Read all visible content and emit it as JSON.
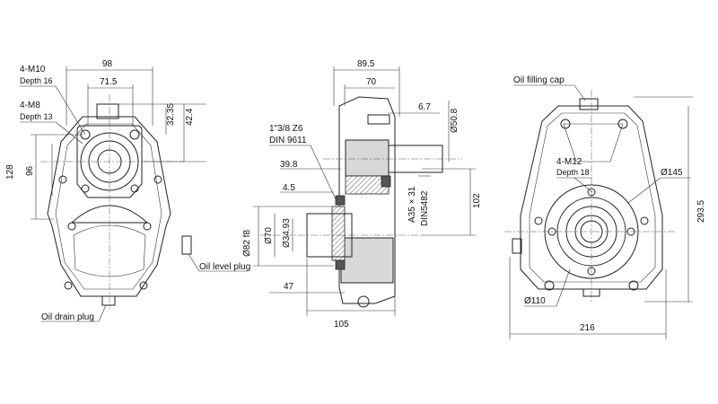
{
  "front_view": {
    "dim_98": "98",
    "dim_71_5": "71.5",
    "dim_32_35": "32.35",
    "dim_42_4": "42.4",
    "dim_128": "128",
    "dim_96": "96",
    "thread_top": "4-M10",
    "thread_top_depth": "Depth 16",
    "thread_inner": "4-M8",
    "thread_inner_depth": "Depth 13",
    "oil_level_plug": "Oil level plug",
    "oil_drain_plug": "Oil drain plug"
  },
  "side_view": {
    "dim_89_5": "89.5",
    "dim_70": "70",
    "dim_6_7": "6.7",
    "dim_50_8": "Ø50.8",
    "spline_spec": "1\"3/8 Z6",
    "spline_std": "DIN 9611",
    "dim_39_8": "39.8",
    "dim_4_5": "4.5",
    "dim_82_f8": "Ø82  f8",
    "dim_70_dia": "Ø70",
    "dim_34_93": "Ø34.93",
    "dim_47": "47",
    "dim_105": "105",
    "shaft_spec": "A35 × 31",
    "shaft_std": "DIN5482",
    "dim_102": "102"
  },
  "rear_view": {
    "oil_filling_cap": "Oil filling cap",
    "thread_spec": "4-M12",
    "thread_depth": "Depth 18",
    "dim_145": "Ø145",
    "dim_110": "Ø110",
    "dim_216": "216",
    "dim_293_5": "293.5"
  }
}
